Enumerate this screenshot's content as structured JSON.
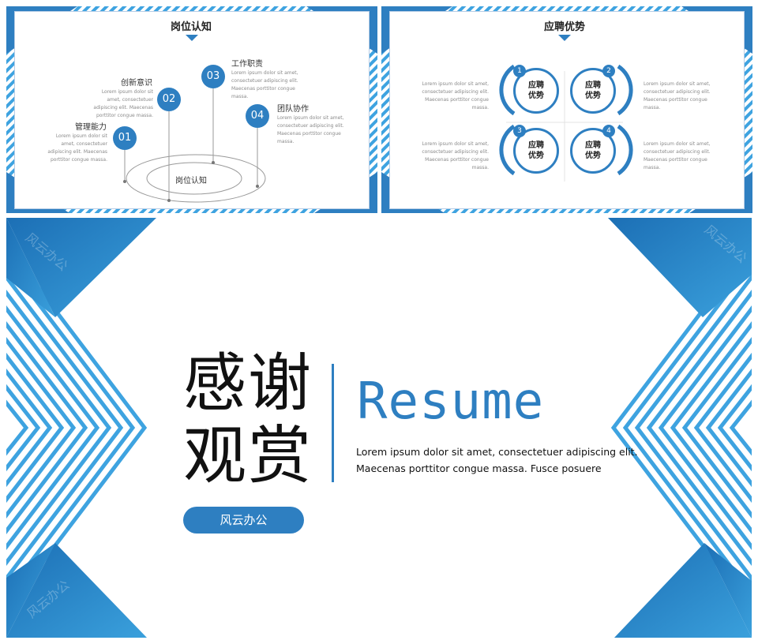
{
  "colors": {
    "accent": "#2e7fc1",
    "light_accent": "#3ea3e0"
  },
  "slide1": {
    "title": "岗位认知",
    "center_label": "岗位认知",
    "items": [
      {
        "num": "01",
        "label": "管理能力",
        "text": "Lorem ipsum dolor sit amet, consectetuer adipiscing elit. Maecenas porttitor congue massa."
      },
      {
        "num": "02",
        "label": "创新意识",
        "text": "Lorem ipsum dolor sit amet, consectetuer adipiscing elit. Maecenas porttitor congue massa."
      },
      {
        "num": "03",
        "label": "工作职责",
        "text": "Lorem ipsum dolor sit amet, consectetuer adipiscing elit. Maecenas porttitor congue massa."
      },
      {
        "num": "04",
        "label": "团队协作",
        "text": "Lorem ipsum dolor sit amet, consectetuer adipiscing elit. Maecenas porttitor congue massa."
      }
    ]
  },
  "slide2": {
    "title": "应聘优势",
    "circles": [
      {
        "num": "1",
        "line1": "应聘",
        "line2": "优势"
      },
      {
        "num": "2",
        "line1": "应聘",
        "line2": "优势"
      },
      {
        "num": "3",
        "line1": "应聘",
        "line2": "优势"
      },
      {
        "num": "4",
        "line1": "应聘",
        "line2": "优势"
      }
    ],
    "texts": [
      "Lorem ipsum dolor sit amet, consectetuer adipiscing elit. Maecenas porttitor congue massa.",
      "Lorem ipsum dolor sit amet, consectetuer adipiscing elit. Maecenas porttitor congue massa.",
      "Lorem ipsum dolor sit amet, consectetuer adipiscing elit. Maecenas porttitor congue massa.",
      "Lorem ipsum dolor sit amet, consectetuer adipiscing elit. Maecenas porttitor congue massa."
    ]
  },
  "slide3": {
    "line1": "感谢",
    "line2": "观赏",
    "resume": "Resume",
    "desc": "Lorem ipsum dolor sit amet, consectetuer adipiscing elit. Maecenas porttitor congue massa. Fusce posuere",
    "pill": "风云办公",
    "watermark": "风云办公"
  }
}
